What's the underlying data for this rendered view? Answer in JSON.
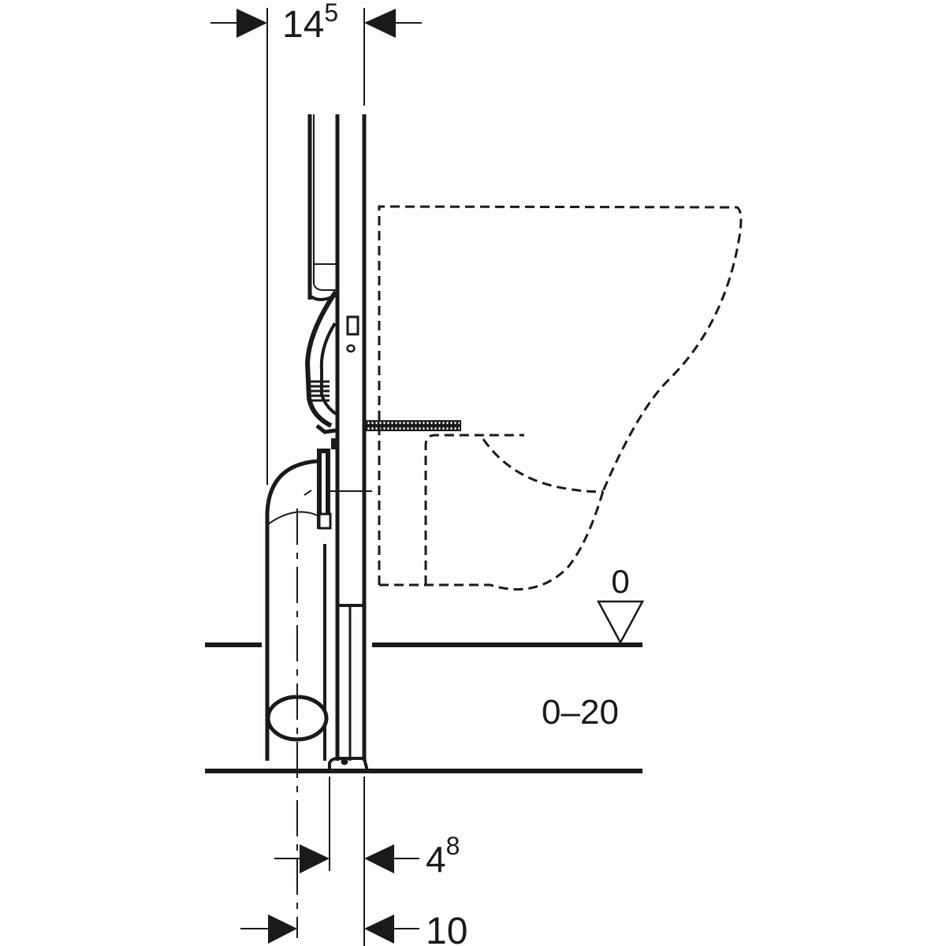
{
  "diagram": {
    "type": "technical installation drawing",
    "subject": "wall-hung WC installation frame, side section",
    "colors": {
      "line": "#1a1a1a",
      "background": "#fdfdfd"
    }
  },
  "dimensions": {
    "top_width": {
      "base": "14",
      "sup": "5"
    },
    "frame_offset": {
      "base": "4",
      "sup": "8"
    },
    "pipe_offset": {
      "value": "10"
    },
    "floor_level": {
      "value": "0"
    },
    "floor_build_up": {
      "value": "0–20"
    }
  }
}
